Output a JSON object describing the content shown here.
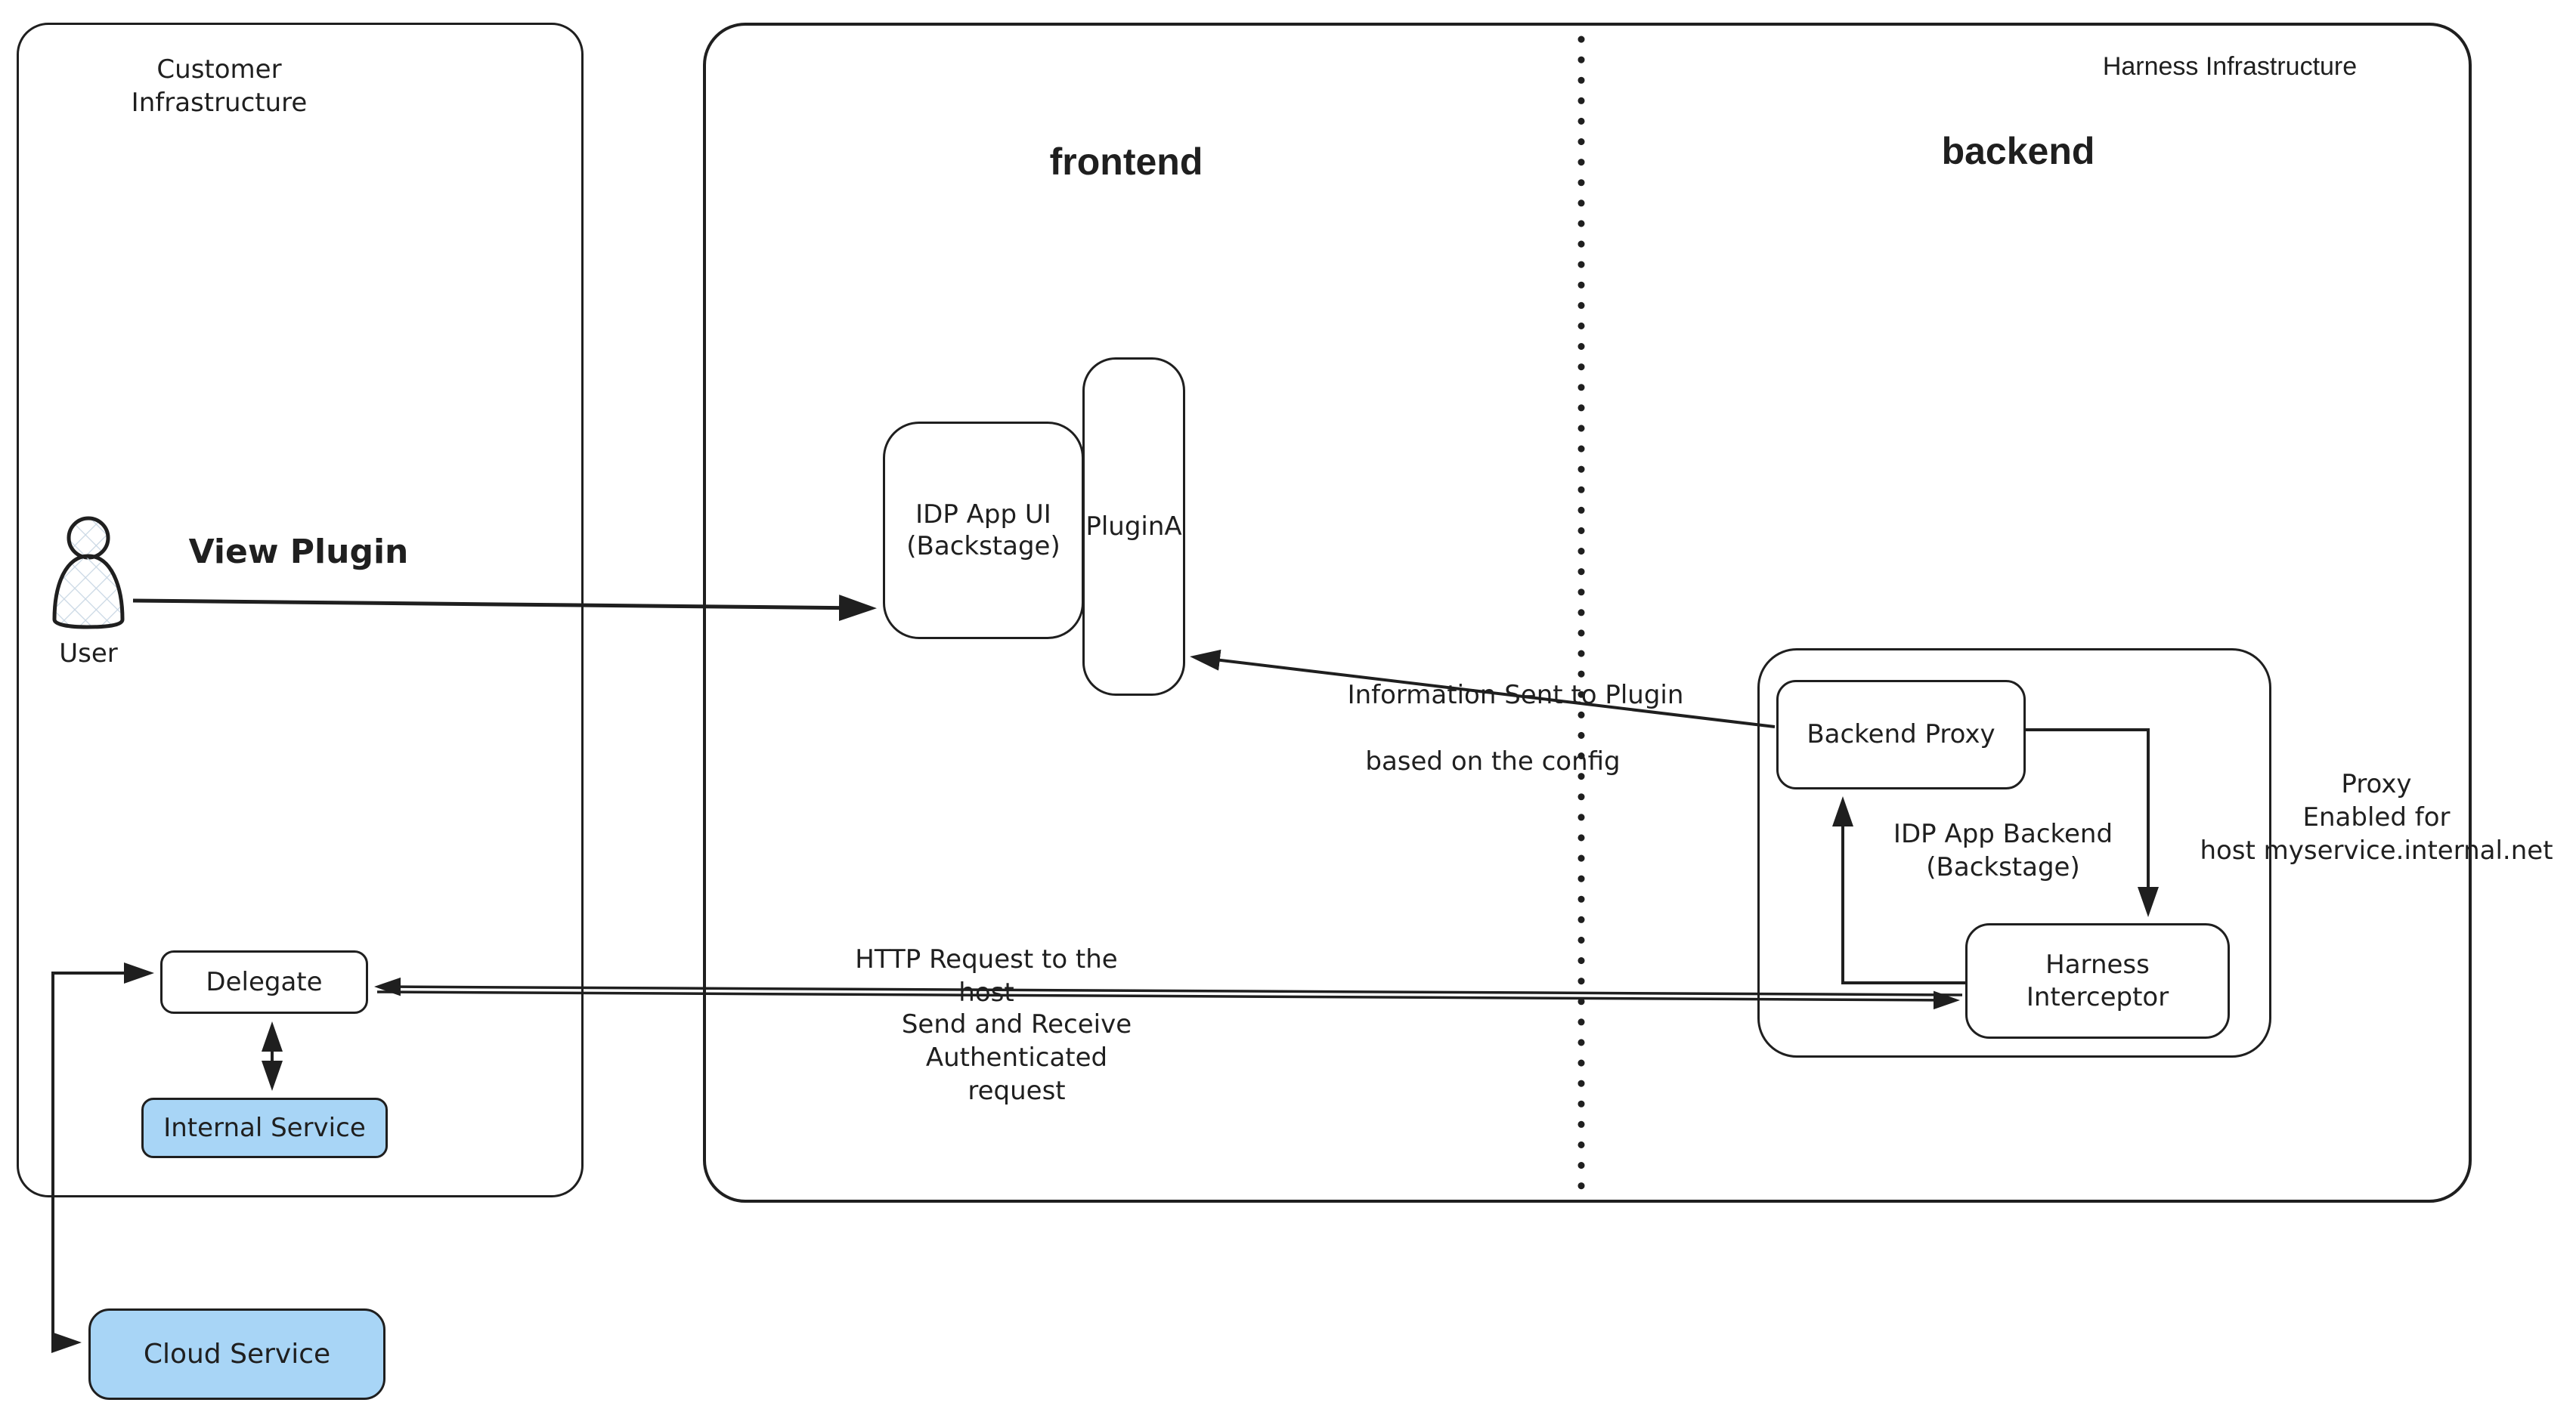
{
  "colors": {
    "stroke": "#1f1f1f",
    "service_fill": "#a8d5f6",
    "background": "#ffffff"
  },
  "customer": {
    "title": "Customer Infrastructure",
    "user_label": "User",
    "delegate_label": "Delegate",
    "internal_service_label": "Internal Service"
  },
  "external": {
    "cloud_service_label": "Cloud Service"
  },
  "harness": {
    "title": "Harness Infrastructure",
    "frontend_label": "frontend",
    "backend_label": "backend",
    "idp_app_ui_label": "IDP App UI\n(Backstage)",
    "plugin_a_label": "PluginA",
    "backend_proxy_label": "Backend Proxy",
    "idp_app_backend_label": "IDP App Backend\n(Backstage)",
    "harness_interceptor_label": "Harness\nInterceptor",
    "proxy_note": "Proxy\nEnabled for\nhost myservice.internal.net"
  },
  "edges": {
    "view_plugin": "View Plugin",
    "info_sent_top": "Information Sent to Plugin",
    "info_sent_bottom": "based on the config",
    "http_top": "HTTP Request to the host",
    "http_bottom": "Send and Receive Authenticated\nrequest"
  }
}
